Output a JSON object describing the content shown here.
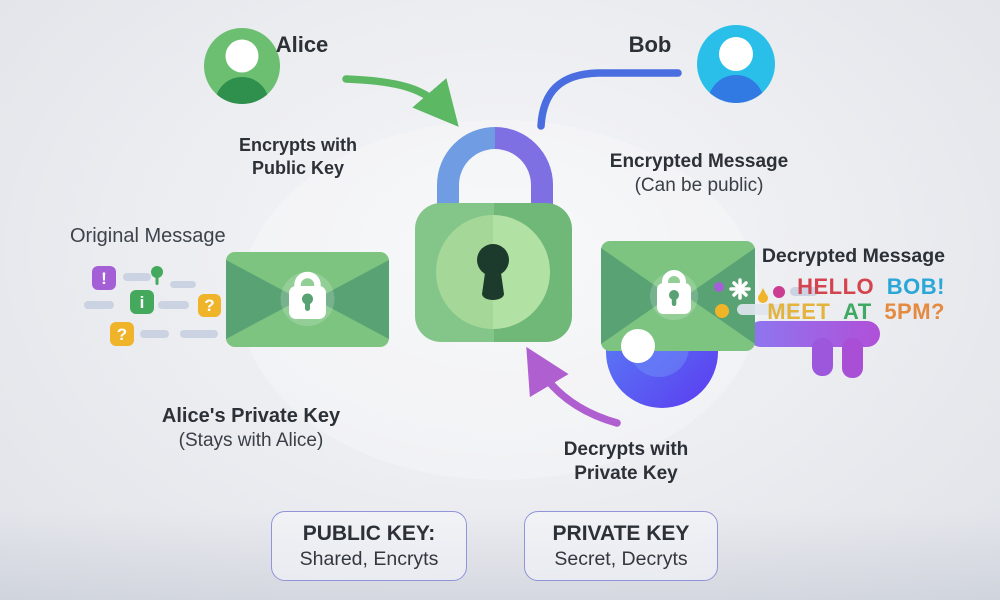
{
  "actors": {
    "alice": {
      "name": "Alice"
    },
    "bob": {
      "name": "Bob"
    }
  },
  "labels": {
    "encrypts": {
      "line1": "Encrypts with",
      "line2": "Public Key"
    },
    "encrypted": {
      "line1": "Encrypted Message",
      "line2": "(Can be public)"
    },
    "original_message": "Original Message",
    "alice_private_key": {
      "line1": "Alice's Private Key",
      "line2": "(Stays with Alice)"
    },
    "decrypts": {
      "line1": "Decrypts with",
      "line2": "Private Key"
    },
    "decrypted_title": "Decrypted Message"
  },
  "decrypted_message": {
    "line1": [
      {
        "text": "HELLO",
        "color": "#d4444e"
      },
      {
        "text": "BOB!",
        "color": "#2aa7d7"
      }
    ],
    "line2": [
      {
        "text": "MEET",
        "color": "#e3b33c"
      },
      {
        "text": "AT",
        "color": "#3fa963"
      },
      {
        "text": "5PM?",
        "color": "#e58a41"
      }
    ]
  },
  "message_icons": {
    "exclamation": "!",
    "info": "i",
    "question": "?"
  },
  "key_boxes": {
    "public": {
      "title": "PUBLIC KEY:",
      "subtitle": "Shared, Encryts"
    },
    "private": {
      "title": "PRIVATE KEY",
      "subtitle": "Secret, Decryts"
    }
  },
  "colors": {
    "alice_green": "#6cbf70",
    "alice_body_green": "#2f8f4d",
    "bob_cyan": "#29bfe8",
    "bob_body_blue": "#3179e3",
    "lock_body_left": "#84c689",
    "lock_body_right": "#6fb878",
    "lock_circle_left": "#a5d898",
    "lock_circle_right": "#b2e2a3",
    "keyhole_dark": "#1d3b2c",
    "shackle_blue": "#6f9ce2",
    "shackle_purple": "#7e6fe2",
    "envelope_green": "#7dc481",
    "envelope_flap_green": "#58a274",
    "key_bow_blue": "#4a6cf5",
    "key_shaft_purple": "#a855d8",
    "arrow_green": "#5cb863",
    "arrow_blue": "#4a6ee0",
    "arrow_purple": "#b05fd0",
    "icon_purple": "#a55fd6",
    "icon_green": "#44a95c",
    "icon_yellow": "#f0b42b",
    "dot_magenta": "#cb3d90",
    "pill_gray": "#cbd3e3",
    "box_border": "#9194d8",
    "text_dark": "#2c3138"
  }
}
